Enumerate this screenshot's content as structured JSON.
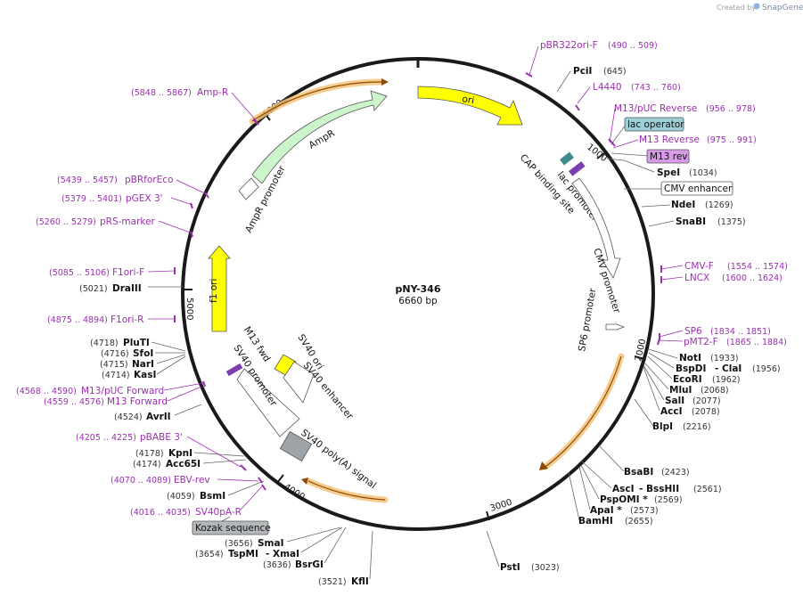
{
  "credit": {
    "prefix": "Created by",
    "brand": "SnapGene"
  },
  "plasmid": {
    "name": "pNY-346",
    "length": "6660 bp"
  },
  "ticks": [
    "1000",
    "2000",
    "3000",
    "4000",
    "5000",
    "6000"
  ],
  "features": {
    "ori": "ori",
    "ampr": "AmpR",
    "ampr_promoter": "AmpR promoter",
    "f1ori": "f1 ori",
    "cap": "CAP binding site",
    "lac_promoter": "lac promoter",
    "cmv_promoter": "CMV promoter",
    "sp6_promoter": "SP6 promoter",
    "sv40_ori": "SV40 ori",
    "sv40_enhancer": "SV40 enhancer",
    "sv40_promoter": "SV40 promoter",
    "m13fwd": "M13 fwd",
    "sv40_polya": "SV40 poly(A) signal"
  },
  "boxed": {
    "lac_operator": "lac operator",
    "m13_rev": "M13 rev",
    "cmv_enhancer": "CMV enhancer",
    "kozak": "Kozak sequence"
  },
  "primers": [
    {
      "name": "pBR322ori-F",
      "pos": "(490 .. 509)"
    },
    {
      "name": "L4440",
      "pos": "(743 .. 760)"
    },
    {
      "name": "M13/pUC Reverse",
      "pos": "(956 .. 978)"
    },
    {
      "name": "M13 Reverse",
      "pos": "(975 .. 991)"
    },
    {
      "name": "CMV-F",
      "pos": "(1554 .. 1574)"
    },
    {
      "name": "LNCX",
      "pos": "(1600 .. 1624)"
    },
    {
      "name": "SP6",
      "pos": "(1834 .. 1851)"
    },
    {
      "name": "pMT2-F",
      "pos": "(1865 .. 1884)"
    },
    {
      "name": "Amp-R",
      "pos": "(5848 .. 5867)"
    },
    {
      "name": "pBRforEco",
      "pos": "(5439 .. 5457)"
    },
    {
      "name": "pGEX 3'",
      "pos": "(5379 .. 5401)"
    },
    {
      "name": "pRS-marker",
      "pos": "(5260 .. 5279)"
    },
    {
      "name": "F1ori-F",
      "pos": "(5085 .. 5106)"
    },
    {
      "name": "F1ori-R",
      "pos": "(4875 .. 4894)"
    },
    {
      "name": "M13/pUC Forward",
      "pos": "(4568 .. 4590)"
    },
    {
      "name": "M13 Forward",
      "pos": "(4559 .. 4576)"
    },
    {
      "name": "pBABE 3'",
      "pos": "(4205 .. 4225)"
    },
    {
      "name": "EBV-rev",
      "pos": "(4070 .. 4089)"
    },
    {
      "name": "SV40pA-R",
      "pos": "(4016 .. 4035)"
    }
  ],
  "enzymes": [
    {
      "name": "PciI",
      "pos": "(645)"
    },
    {
      "name": "SpeI",
      "pos": "(1034)"
    },
    {
      "name": "NdeI",
      "pos": "(1269)"
    },
    {
      "name": "SnaBI",
      "pos": "(1375)"
    },
    {
      "name": "NotI",
      "pos": "(1933)"
    },
    {
      "name": "BspDI",
      "sep": "- ClaI",
      "pos": "(1956)"
    },
    {
      "name": "EcoRI",
      "pos": "(1962)"
    },
    {
      "name": "MluI",
      "pos": "(2068)"
    },
    {
      "name": "SalI",
      "pos": "(2077)"
    },
    {
      "name": "AccI",
      "pos": "(2078)"
    },
    {
      "name": "BlpI",
      "pos": "(2216)"
    },
    {
      "name": "BsaBI",
      "pos": "(2423)"
    },
    {
      "name": "AscI",
      "sep": "- BssHII",
      "pos": "(2561)"
    },
    {
      "name": "PspOMI *",
      "pos": "(2569)"
    },
    {
      "name": "ApaI *",
      "pos": "(2573)"
    },
    {
      "name": "BamHI",
      "pos": "(2655)"
    },
    {
      "name": "PstI",
      "pos": "(3023)"
    },
    {
      "name": "KflI",
      "pos": "(3521)"
    },
    {
      "name": "BsrGI",
      "pos": "(3636)"
    },
    {
      "name": "TspMI",
      "sep": "- XmaI",
      "pos": "(3654)"
    },
    {
      "name": "SmaI",
      "pos": "(3656)"
    },
    {
      "name": "BsmI",
      "pos": "(4059)"
    },
    {
      "name": "Acc65I",
      "pos": "(4174)"
    },
    {
      "name": "KpnI",
      "pos": "(4178)"
    },
    {
      "name": "AvrII",
      "pos": "(4524)"
    },
    {
      "name": "KasI",
      "pos": "(4714)"
    },
    {
      "name": "NarI",
      "pos": "(4715)"
    },
    {
      "name": "SfoI",
      "pos": "(4716)"
    },
    {
      "name": "PluTI",
      "pos": "(4718)"
    },
    {
      "name": "DraIII",
      "pos": "(5021)"
    }
  ]
}
